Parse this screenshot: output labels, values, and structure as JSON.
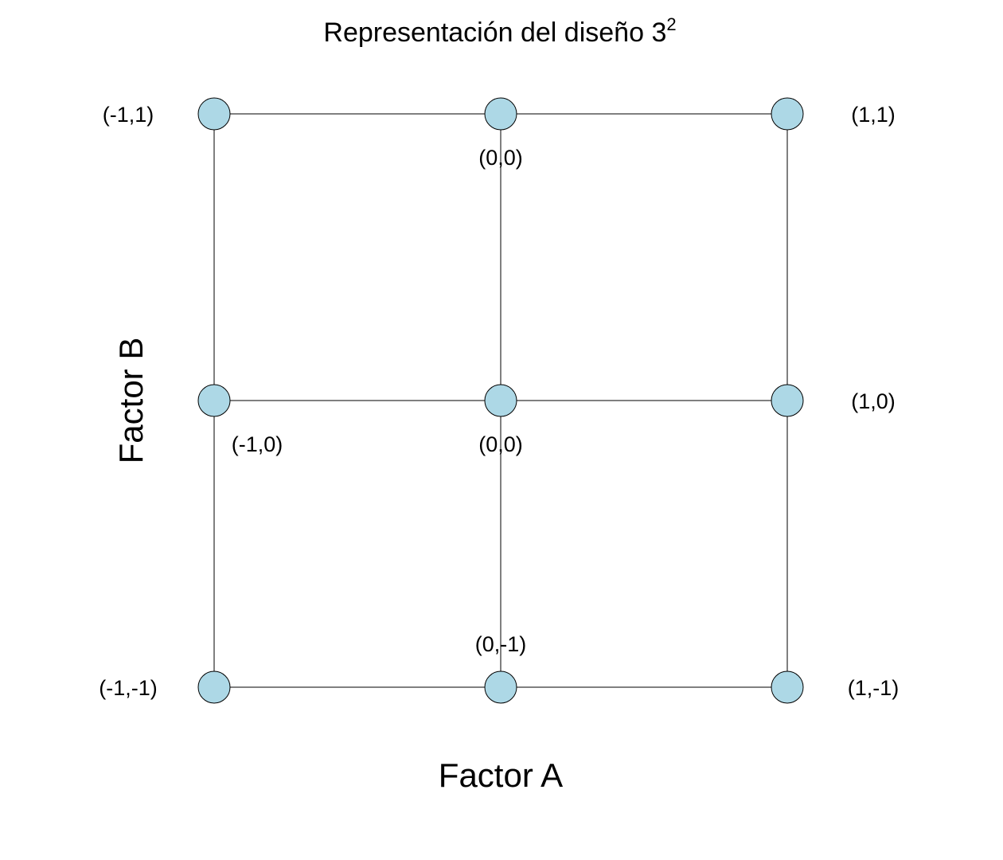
{
  "title": "Representación del diseño 3",
  "title_exponent": "2",
  "x_axis_label": "Factor A",
  "y_axis_label": "Factor B",
  "point_color": "#add8e6",
  "design_points": [
    {
      "a": -1,
      "b": 1
    },
    {
      "a": 0,
      "b": 1
    },
    {
      "a": 1,
      "b": 1
    },
    {
      "a": -1,
      "b": 0
    },
    {
      "a": 0,
      "b": 0
    },
    {
      "a": 1,
      "b": 0
    },
    {
      "a": -1,
      "b": -1
    },
    {
      "a": 0,
      "b": -1
    },
    {
      "a": 1,
      "b": -1
    }
  ],
  "point_labels": {
    "top_left": "(-1,1)",
    "top_center": "(0,0)",
    "top_right": "(1,1)",
    "middle_left": "(-1,0)",
    "middle_center": "(0,0)",
    "middle_right": "(1,0)",
    "bottom_left": "(-1,-1)",
    "bottom_center": "(0,-1)",
    "bottom_right": "(1,-1)"
  }
}
